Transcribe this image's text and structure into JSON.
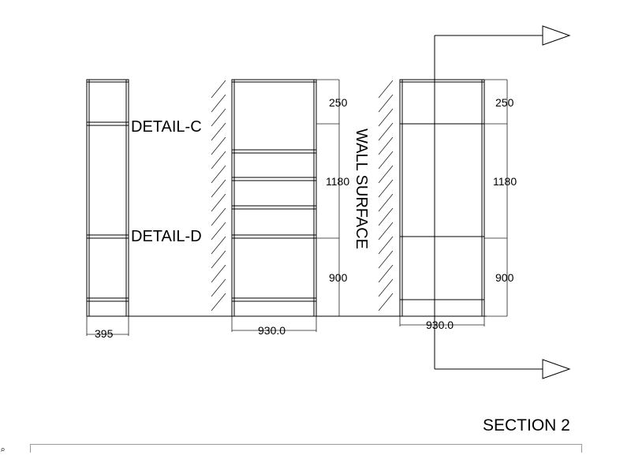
{
  "drawing": {
    "labels": {
      "detail_c": "DETAIL-C",
      "detail_d": "DETAIL-D",
      "wall_surface": "WALL SURFACE",
      "section_title": "SECTION 2"
    },
    "dimensions": {
      "side_width": "395",
      "front_width": "930.0",
      "back_width": "930.0",
      "front_top": "250",
      "front_mid": "1180",
      "front_bottom": "900",
      "back_top": "250",
      "back_mid": "1180",
      "back_bottom": "900"
    }
  },
  "command_bar": {
    "icon": "command-line-icon"
  }
}
